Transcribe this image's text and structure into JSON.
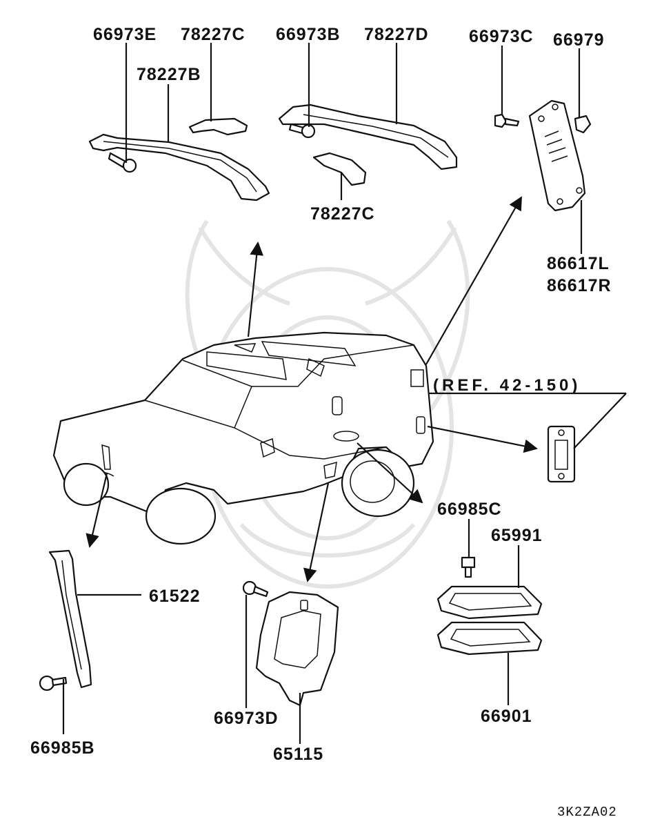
{
  "diagram_code": "3K2ZA02",
  "reference": "(REF. 42-150)",
  "callouts": {
    "p66973E": "66973E",
    "p78227C_top": "78227C",
    "p78227B": "78227B",
    "p66973B": "66973B",
    "p78227D": "78227D",
    "p78227C_mid": "78227C",
    "p66973C": "66973C",
    "p66979": "66979",
    "p86617L": "86617L",
    "p86617R": "86617R",
    "p66985C": "66985C",
    "p65991": "65991",
    "p61522": "61522",
    "p66901": "66901",
    "p66973D": "66973D",
    "p65115": "65115",
    "p66985B": "66985B"
  },
  "colors": {
    "line": "#111111",
    "watermark": "#e4e4e4",
    "background": "#ffffff"
  }
}
